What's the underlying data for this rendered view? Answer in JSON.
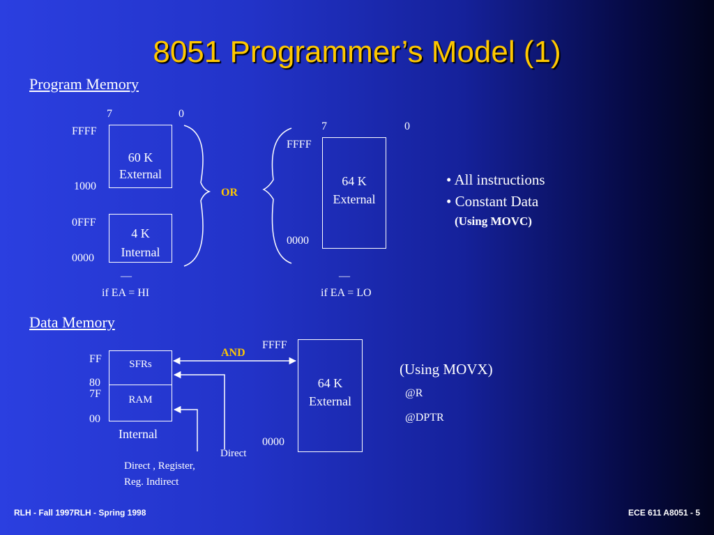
{
  "title": "8051 Programmer’s Model (1)",
  "program_memory": {
    "heading": "Program Memory",
    "left": {
      "bit_high": "7",
      "bit_low": "0",
      "addr_ffff": "FFFF",
      "addr_1000": "1000",
      "addr_0fff": "0FFF",
      "addr_0000": "0000",
      "external_size": "60 K",
      "external_label": "External",
      "internal_size": "4 K",
      "internal_label": "Internal",
      "ea_bar": "—",
      "condition": "if  EA =  HI"
    },
    "or_label": "OR",
    "right": {
      "bit_high": "7",
      "bit_low": "0",
      "addr_ffff": "FFFF",
      "addr_0000": "0000",
      "size": "64 K",
      "label": "External",
      "ea_bar": "—",
      "condition": "if  EA =  LO"
    },
    "notes": {
      "line1": "• All instructions",
      "line2": "• Constant Data",
      "line3": "(Using  MOVC)"
    }
  },
  "data_memory": {
    "heading": "Data Memory",
    "internal": {
      "addr_ff": "FF",
      "addr_80": "80",
      "addr_7f": "7F",
      "addr_00": "00",
      "sfrs": "SFRs",
      "ram": "RAM",
      "label": "Internal",
      "access_direct": "Direct",
      "access_modes_line1": "Direct , Register,",
      "access_modes_line2": "Reg. Indirect"
    },
    "and_label": "AND",
    "external": {
      "addr_ffff": "FFFF",
      "addr_0000": "0000",
      "size": "64 K",
      "label": "External"
    },
    "notes": {
      "line1": "(Using MOVX)",
      "line2": "@R",
      "line3": "@DPTR"
    }
  },
  "footer": {
    "left": "RLH - Fall 1997RLH  -  Spring 1998",
    "right": "ECE 611  A8051 - 5"
  }
}
